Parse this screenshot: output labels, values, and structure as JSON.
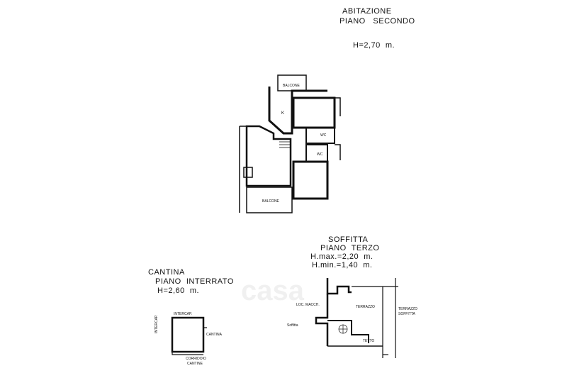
{
  "floor2": {
    "title": "ABITAZIONE",
    "subtitle": "PIANO   SECONDO",
    "height": "H=2,70  m.",
    "rooms": {
      "balcone_top": "BALCONE",
      "k": "K",
      "wc1": "WC",
      "wc2": "WC",
      "balcone_bottom": "BALCONE"
    }
  },
  "attic": {
    "title": "SOFFITTA",
    "subtitle": "PIANO  TERZO",
    "hmax": "H.max.=2,20  m.",
    "hmin": "H.min.=1,40  m.",
    "rooms": {
      "loc_macch": "LOC. MACCH.",
      "terrazzo": "TERRAZZO",
      "terrazzo_soffitta": [
        "TERRAZZO",
        "SOFFITTA"
      ],
      "soffitta": "Soffitta",
      "tetto": "TETTO"
    }
  },
  "cellar": {
    "title": "CANTINA",
    "subtitle": "PIANO  INTERRATO",
    "height": "H=2,60  m.",
    "rooms": {
      "intercap_top": "INTERCAP.",
      "intercap_side": "INTERCAP.",
      "cantina": "CANTINA",
      "corridoio": [
        "CORRIDOIO",
        "CANTINE"
      ]
    }
  },
  "watermark": "casa"
}
